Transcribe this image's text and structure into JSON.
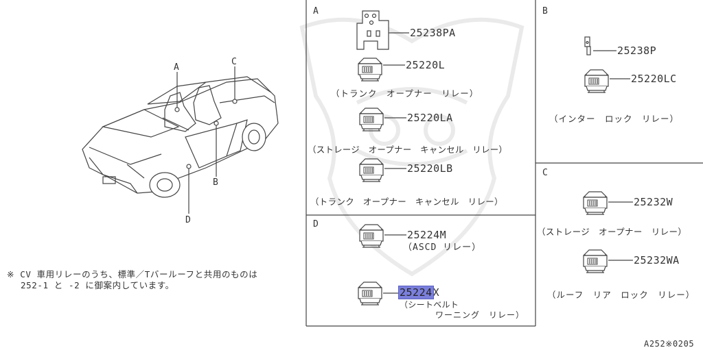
{
  "callouts": {
    "a": "A",
    "b": "B",
    "c": "C",
    "d": "D"
  },
  "note": {
    "line1": "※ CV 車用リレーのうち、標準／Tバールーフと共用のものは",
    "line2": "252-1 と -2 に御案内しています。"
  },
  "sections": {
    "a": {
      "label": "A",
      "items": [
        {
          "part": "25238PA"
        },
        {
          "part": "25220L",
          "caption": "（トランク　オープナー　リレー）"
        },
        {
          "part": "25220LA",
          "caption": "（ストレージ　オープナー　キャンセル　リレー）"
        },
        {
          "part": "25220LB",
          "caption": "（トランク　オープナー　キャンセル　リレー）"
        }
      ]
    },
    "b": {
      "label": "B",
      "items": [
        {
          "part": "25238P"
        },
        {
          "part": "25220LC",
          "caption": "（インター　ロック　リレー）"
        }
      ]
    },
    "c": {
      "label": "C",
      "items": [
        {
          "part": "25232W",
          "caption": "（ストレージ　オープナー　リレー）"
        },
        {
          "part": "25232WA",
          "caption": "（ルーフ　リア　ロック　リレー）"
        }
      ]
    },
    "d": {
      "label": "D",
      "items": [
        {
          "part": "25224M",
          "caption": "（ASCD リレー）"
        },
        {
          "part_highlight": "25224",
          "part_rest": "X",
          "caption_line1": "（シートベルト",
          "caption_line2": "ワーニング　リレー）"
        }
      ]
    }
  },
  "code": "A252※0205",
  "colors": {
    "line": "#444444",
    "highlight": "#7b7fdc"
  }
}
